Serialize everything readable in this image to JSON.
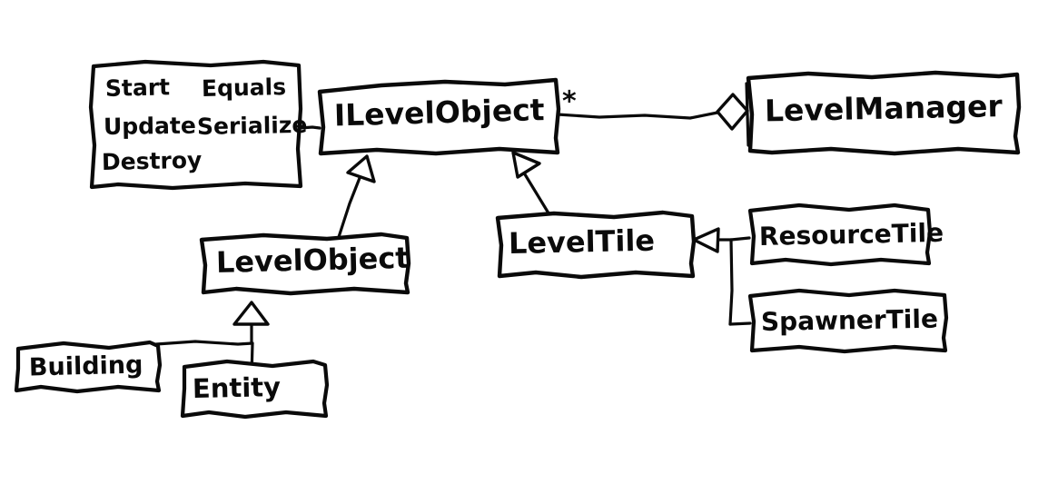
{
  "diagram": {
    "title": "Level object class hierarchy sketch",
    "style": "hand-drawn whiteboard sketch",
    "ink_color": "#0a0a0a",
    "background_color": "#ffffff"
  },
  "nodes": {
    "methods_note": {
      "label": "Start Equals Update Serialize Destroy",
      "column_left": [
        "Start",
        "Update",
        "Destroy"
      ],
      "column_right": [
        "Equals",
        "Serialize"
      ]
    },
    "ilevelobject": {
      "label": "ILevelObject"
    },
    "levelmanager": {
      "label": "LevelManager"
    },
    "levelobject": {
      "label": "LevelObject"
    },
    "leveltile": {
      "label": "LevelTile"
    },
    "resourcetile": {
      "label": "ResourceTile"
    },
    "spawnertile": {
      "label": "SpawnerTile"
    },
    "building": {
      "label": "Building"
    },
    "entity": {
      "label": "Entity"
    }
  },
  "edges": {
    "ilevelobject_multiplicity": "*",
    "relations": [
      {
        "from": "methods_note",
        "to": "ilevelobject",
        "kind": "note-link"
      },
      {
        "from": "ilevelobject",
        "to": "levelmanager",
        "kind": "aggregation",
        "multiplicity": "*"
      },
      {
        "from": "levelobject",
        "to": "ilevelobject",
        "kind": "realization"
      },
      {
        "from": "leveltile",
        "to": "ilevelobject",
        "kind": "realization"
      },
      {
        "from": "building",
        "to": "levelobject",
        "kind": "generalization"
      },
      {
        "from": "entity",
        "to": "levelobject",
        "kind": "generalization"
      },
      {
        "from": "resourcetile",
        "to": "leveltile",
        "kind": "generalization"
      },
      {
        "from": "spawnertile",
        "to": "leveltile",
        "kind": "generalization"
      }
    ]
  }
}
